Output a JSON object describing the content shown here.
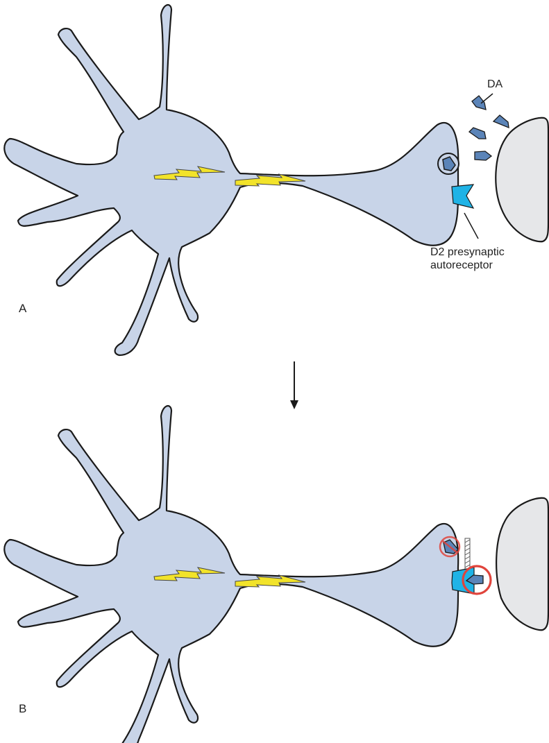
{
  "figure": {
    "panels": [
      {
        "label": "A",
        "annotations": {
          "transmitter": "DA",
          "receptor_line1": "D2 presynaptic",
          "receptor_line2": "autoreceptor"
        },
        "state": "normal release; autoreceptor unoccupied"
      },
      {
        "label": "B",
        "state": "autoreceptor occupied by DA; release blocked"
      }
    ],
    "colors": {
      "neuron_fill": "#c8d4e8",
      "postsynaptic_fill": "#e6e7e9",
      "outline": "#1a1a1a",
      "dopamine": "#5b84b8",
      "receptor": "#1fb3e6",
      "impulse": "#f2e32a",
      "inhibition": "#e0443c"
    }
  }
}
